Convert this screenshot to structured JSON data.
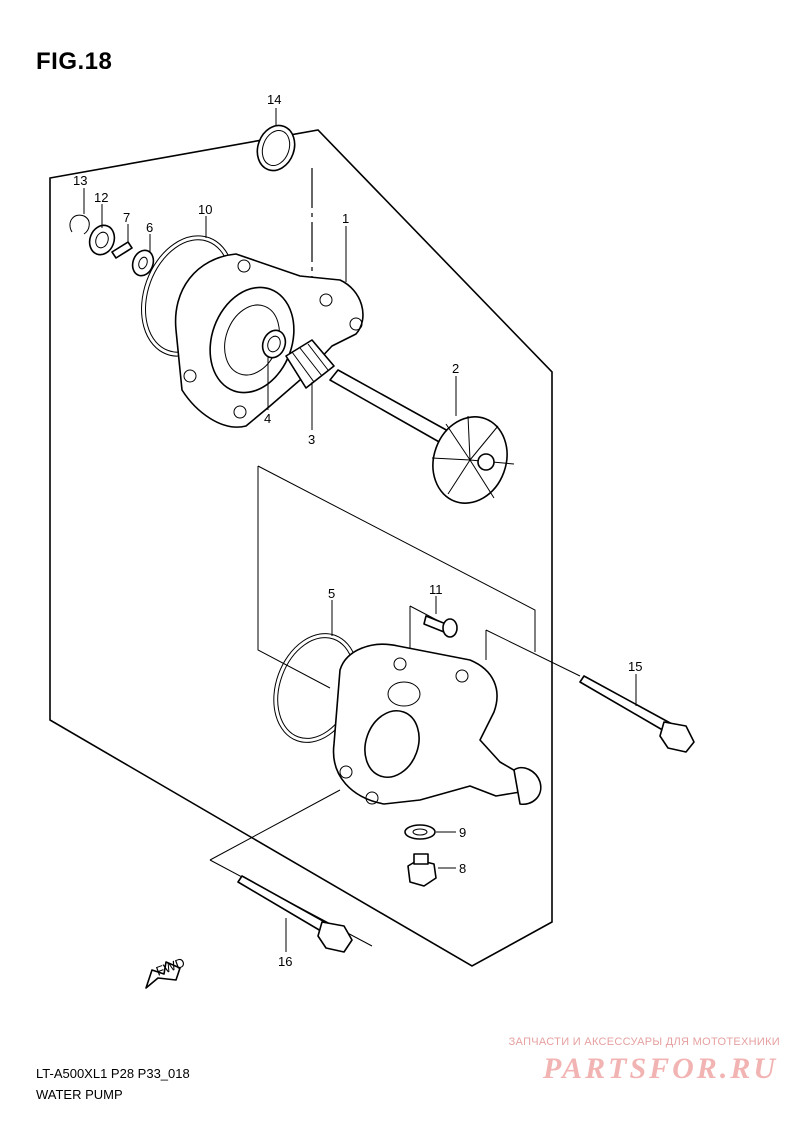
{
  "figure": {
    "title": "FIG.18"
  },
  "callouts": [
    {
      "id": "c1",
      "text": "1"
    },
    {
      "id": "c2",
      "text": "2"
    },
    {
      "id": "c3",
      "text": "3"
    },
    {
      "id": "c4",
      "text": "4"
    },
    {
      "id": "c5",
      "text": "5"
    },
    {
      "id": "c6",
      "text": "6"
    },
    {
      "id": "c7",
      "text": "7"
    },
    {
      "id": "c8",
      "text": "8"
    },
    {
      "id": "c9",
      "text": "9"
    },
    {
      "id": "c10",
      "text": "10"
    },
    {
      "id": "c11",
      "text": "11"
    },
    {
      "id": "c12",
      "text": "12"
    },
    {
      "id": "c13",
      "text": "13"
    },
    {
      "id": "c14",
      "text": "14"
    },
    {
      "id": "c15",
      "text": "15"
    },
    {
      "id": "c16",
      "text": "16"
    }
  ],
  "fwd_label": "FWD",
  "footer": {
    "code": "LT-A500XL1 P28 P33_018",
    "name": "WATER PUMP"
  },
  "watermark": {
    "tagline": "ЗАПЧАСТИ И АКСЕССУАРЫ ДЛЯ МОТОТЕХНИКИ",
    "brand": "PARTSFOR.RU"
  }
}
